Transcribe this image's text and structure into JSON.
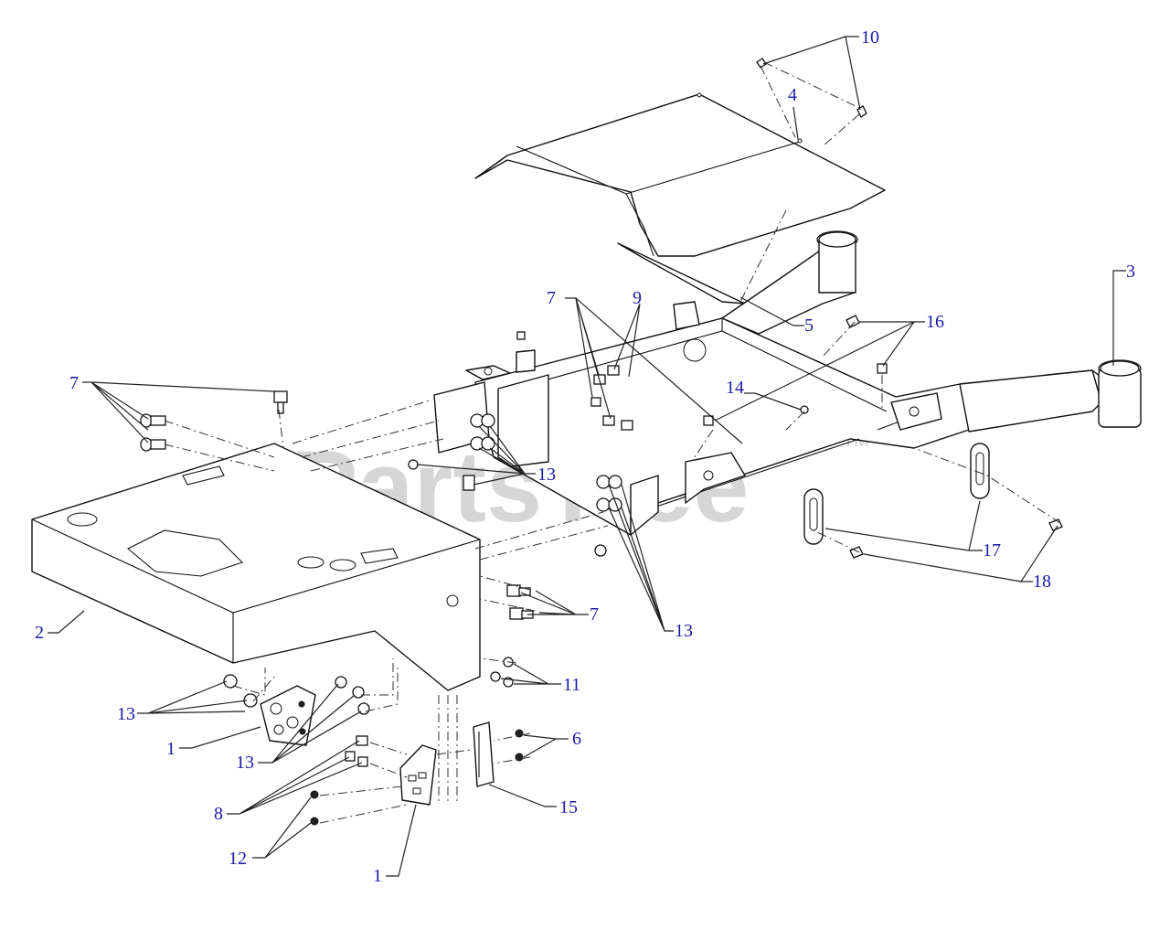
{
  "watermark": {
    "text": "PartsTree",
    "trademark": "TM"
  },
  "callouts": [
    {
      "id": "c10",
      "text": "10"
    },
    {
      "id": "c4",
      "text": "4"
    },
    {
      "id": "c3",
      "text": "3"
    },
    {
      "id": "c7a",
      "text": "7"
    },
    {
      "id": "c9",
      "text": "9"
    },
    {
      "id": "c5",
      "text": "5"
    },
    {
      "id": "c16",
      "text": "16"
    },
    {
      "id": "c7b",
      "text": "7"
    },
    {
      "id": "c14",
      "text": "14"
    },
    {
      "id": "c13a",
      "text": "13"
    },
    {
      "id": "c17",
      "text": "17"
    },
    {
      "id": "c18",
      "text": "18"
    },
    {
      "id": "c2",
      "text": "2"
    },
    {
      "id": "c7c",
      "text": "7"
    },
    {
      "id": "c13b",
      "text": "13"
    },
    {
      "id": "c11",
      "text": "11"
    },
    {
      "id": "c13c",
      "text": "13"
    },
    {
      "id": "c1a",
      "text": "1"
    },
    {
      "id": "c13d",
      "text": "13"
    },
    {
      "id": "c6",
      "text": "6"
    },
    {
      "id": "c8",
      "text": "8"
    },
    {
      "id": "c15",
      "text": "15"
    },
    {
      "id": "c12",
      "text": "12"
    },
    {
      "id": "c1b",
      "text": "1"
    }
  ]
}
